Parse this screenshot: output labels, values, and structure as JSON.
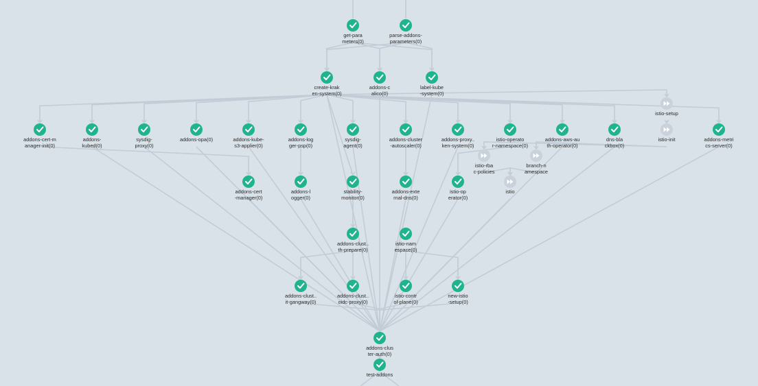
{
  "colors": {
    "background": "#dae2e9",
    "edge": "#c2ccd6",
    "succeeded": "#1fb48d",
    "skipped": "#c9d2db"
  },
  "nodes": [
    {
      "id": "get-parameters",
      "lines": [
        "get-para",
        "meters(0)"
      ],
      "status": "succeeded",
      "icon": "check-icon"
    },
    {
      "id": "parse-addons-parameters",
      "lines": [
        "parse-addons-",
        "parameters(0)"
      ],
      "status": "succeeded",
      "icon": "check-icon"
    },
    {
      "id": "create-kraken-system",
      "lines": [
        "create-krak",
        "en-system(0)"
      ],
      "status": "succeeded",
      "icon": "check-icon"
    },
    {
      "id": "addons-calico",
      "lines": [
        "addons-c",
        "alico(0)"
      ],
      "status": "succeeded",
      "icon": "check-icon"
    },
    {
      "id": "label-kube-system",
      "lines": [
        "label-kube",
        "-system(0)"
      ],
      "status": "succeeded",
      "icon": "check-icon"
    },
    {
      "id": "istio-setup",
      "lines": [
        "istio-setup"
      ],
      "status": "skipped",
      "icon": "skip-forward-icon"
    },
    {
      "id": "addons-cert-manager-init",
      "lines": [
        "addons-cert-m",
        "anager-init(0)"
      ],
      "status": "succeeded",
      "icon": "check-icon"
    },
    {
      "id": "addons-kubed",
      "lines": [
        "addons-",
        "kubed(0)"
      ],
      "status": "succeeded",
      "icon": "check-icon"
    },
    {
      "id": "sysdig-proxy",
      "lines": [
        "sysdig-",
        "proxy(0)"
      ],
      "status": "succeeded",
      "icon": "check-icon"
    },
    {
      "id": "addons-opa",
      "lines": [
        "addons-opa(0)"
      ],
      "status": "succeeded",
      "icon": "check-icon"
    },
    {
      "id": "addons-kube-s3-applier",
      "lines": [
        "addons-kube-",
        "s3-applier(0)"
      ],
      "status": "succeeded",
      "icon": "check-icon"
    },
    {
      "id": "addons-logger-psp",
      "lines": [
        "addons-log",
        "ger-psp(0)"
      ],
      "status": "succeeded",
      "icon": "check-icon"
    },
    {
      "id": "sysdig-agent",
      "lines": [
        "sysdig-",
        "agent(0)"
      ],
      "status": "succeeded",
      "icon": "check-icon"
    },
    {
      "id": "addons-cluster-autoscaler",
      "lines": [
        "addons-cluster",
        "-autoscaler(0)"
      ],
      "status": "succeeded",
      "icon": "check-icon"
    },
    {
      "id": "addons-proxy-ken-system",
      "lines": [
        "addons-proxy..",
        "ken-system(0)"
      ],
      "status": "succeeded",
      "icon": "check-icon"
    },
    {
      "id": "istio-operator-namespace",
      "lines": [
        "istio-operato",
        "r-namespace(0)"
      ],
      "status": "succeeded",
      "icon": "check-icon"
    },
    {
      "id": "addons-aws-auth-operator",
      "lines": [
        "addons-aws-au",
        "th-operator(0)"
      ],
      "status": "succeeded",
      "icon": "check-icon"
    },
    {
      "id": "dns-blackbox",
      "lines": [
        "dns-bla",
        "ckbox(0)"
      ],
      "status": "succeeded",
      "icon": "check-icon"
    },
    {
      "id": "istio-init",
      "lines": [
        "istio-init"
      ],
      "status": "skipped",
      "icon": "skip-forward-icon"
    },
    {
      "id": "addons-metrics-server",
      "lines": [
        "addons-metri",
        "cs-server(0)"
      ],
      "status": "succeeded",
      "icon": "check-icon"
    },
    {
      "id": "istio-rbac-policies",
      "lines": [
        "istio-rba",
        "c-policies"
      ],
      "status": "skipped",
      "icon": "skip-forward-icon"
    },
    {
      "id": "branch-namespace",
      "lines": [
        "branch-n",
        "amespace"
      ],
      "status": "skipped",
      "icon": "skip-forward-icon"
    },
    {
      "id": "istio",
      "lines": [
        "istio"
      ],
      "status": "skipped",
      "icon": "skip-forward-icon"
    },
    {
      "id": "addons-cert-manager",
      "lines": [
        "addons-cert",
        "-manager(0)"
      ],
      "status": "succeeded",
      "icon": "check-icon"
    },
    {
      "id": "addons-logger",
      "lines": [
        "addons-l",
        "ogger(0)"
      ],
      "status": "succeeded",
      "icon": "check-icon"
    },
    {
      "id": "stability-monitor",
      "lines": [
        "stability-",
        "monitor(0)"
      ],
      "status": "succeeded",
      "icon": "check-icon"
    },
    {
      "id": "addons-external-dns",
      "lines": [
        "addons-exte",
        "rnal-dns(0)"
      ],
      "status": "succeeded",
      "icon": "check-icon"
    },
    {
      "id": "istio-operator",
      "lines": [
        "istio-op",
        "erator(0)"
      ],
      "status": "succeeded",
      "icon": "check-icon"
    },
    {
      "id": "addons-cluster-auth-prepare",
      "lines": [
        "addons-clust..",
        "th-prepare(0)"
      ],
      "status": "succeeded",
      "icon": "check-icon"
    },
    {
      "id": "istio-namespace",
      "lines": [
        "istio-nam",
        "espace(0)"
      ],
      "status": "succeeded",
      "icon": "check-icon"
    },
    {
      "id": "addons-cluster-it-gangway",
      "lines": [
        "addons-clust..",
        "it-gangway(0)"
      ],
      "status": "succeeded",
      "icon": "check-icon"
    },
    {
      "id": "addons-cluster-oidc-proxy",
      "lines": [
        "addons-clust..",
        "oidc-proxy(0)"
      ],
      "status": "succeeded",
      "icon": "check-icon"
    },
    {
      "id": "istio-control-plane",
      "lines": [
        "istio-contr",
        "ol-plane(0)"
      ],
      "status": "succeeded",
      "icon": "check-icon"
    },
    {
      "id": "new-istio-setup",
      "lines": [
        "new-istio",
        "-setup(0)"
      ],
      "status": "succeeded",
      "icon": "check-icon"
    },
    {
      "id": "addons-cluster-auth",
      "lines": [
        "addons-clus",
        "ter-auth(0)"
      ],
      "status": "succeeded",
      "icon": "check-icon"
    },
    {
      "id": "test-addons",
      "lines": [
        "test-addons"
      ],
      "status": "succeeded",
      "icon": "check-icon"
    }
  ],
  "edges": [
    [
      "get-parameters",
      "create-kraken-system"
    ],
    [
      "get-parameters",
      "addons-calico"
    ],
    [
      "get-parameters",
      "label-kube-system"
    ],
    [
      "parse-addons-parameters",
      "create-kraken-system"
    ],
    [
      "parse-addons-parameters",
      "addons-calico"
    ],
    [
      "parse-addons-parameters",
      "label-kube-system"
    ],
    [
      "create-kraken-system",
      "addons-cert-manager-init"
    ],
    [
      "create-kraken-system",
      "addons-kubed"
    ],
    [
      "create-kraken-system",
      "sysdig-proxy"
    ],
    [
      "create-kraken-system",
      "addons-opa"
    ],
    [
      "create-kraken-system",
      "addons-kube-s3-applier"
    ],
    [
      "create-kraken-system",
      "addons-logger-psp"
    ],
    [
      "create-kraken-system",
      "sysdig-agent"
    ],
    [
      "create-kraken-system",
      "addons-cluster-autoscaler"
    ],
    [
      "create-kraken-system",
      "addons-proxy-ken-system"
    ],
    [
      "create-kraken-system",
      "istio-operator-namespace"
    ],
    [
      "create-kraken-system",
      "addons-aws-auth-operator"
    ],
    [
      "create-kraken-system",
      "dns-blackbox"
    ],
    [
      "create-kraken-system",
      "istio-setup"
    ],
    [
      "create-kraken-system",
      "addons-metrics-server"
    ],
    [
      "create-kraken-system",
      "stability-monitor"
    ],
    [
      "create-kraken-system",
      "addons-cluster-auth"
    ],
    [
      "addons-calico",
      "addons-cluster-auth"
    ],
    [
      "istio-setup",
      "istio-init"
    ],
    [
      "istio-init",
      "istio-rbac-policies"
    ],
    [
      "istio-init",
      "branch-namespace"
    ],
    [
      "branch-namespace",
      "istio"
    ],
    [
      "istio-rbac-policies",
      "istio"
    ],
    [
      "addons-cert-manager-init",
      "addons-cert-manager"
    ],
    [
      "addons-logger-psp",
      "addons-logger"
    ],
    [
      "istio-operator-namespace",
      "istio-operator"
    ],
    [
      "addons-cluster-autoscaler",
      "addons-external-dns"
    ],
    [
      "stability-monitor",
      "addons-cluster-auth-prepare"
    ],
    [
      "addons-cluster-auth-prepare",
      "addons-cluster-it-gangway"
    ],
    [
      "addons-cluster-auth-prepare",
      "addons-cluster-oidc-proxy"
    ],
    [
      "istio-namespace",
      "istio-control-plane"
    ],
    [
      "istio-namespace",
      "new-istio-setup"
    ],
    [
      "addons-cluster-it-gangway",
      "addons-cluster-auth"
    ],
    [
      "addons-cluster-oidc-proxy",
      "addons-cluster-auth"
    ],
    [
      "istio-control-plane",
      "addons-cluster-auth"
    ],
    [
      "new-istio-setup",
      "addons-cluster-auth"
    ],
    [
      "addons-kubed",
      "addons-cluster-auth"
    ],
    [
      "sysdig-proxy",
      "addons-cluster-auth"
    ],
    [
      "addons-opa",
      "addons-cluster-auth"
    ],
    [
      "addons-kube-s3-applier",
      "addons-cluster-auth"
    ],
    [
      "sysdig-agent",
      "addons-cluster-auth"
    ],
    [
      "addons-proxy-ken-system",
      "addons-cluster-auth"
    ],
    [
      "addons-aws-auth-operator",
      "addons-cluster-auth"
    ],
    [
      "dns-blackbox",
      "addons-cluster-auth"
    ],
    [
      "addons-metrics-server",
      "addons-cluster-auth"
    ],
    [
      "addons-cert-manager",
      "addons-cluster-auth"
    ],
    [
      "addons-logger",
      "addons-cluster-auth"
    ],
    [
      "addons-external-dns",
      "addons-cluster-auth"
    ],
    [
      "istio-operator",
      "addons-cluster-auth"
    ],
    [
      "istio",
      "addons-cluster-auth"
    ],
    [
      "label-kube-system",
      "addons-cluster-auth"
    ],
    [
      "addons-cluster-auth",
      "test-addons"
    ]
  ]
}
